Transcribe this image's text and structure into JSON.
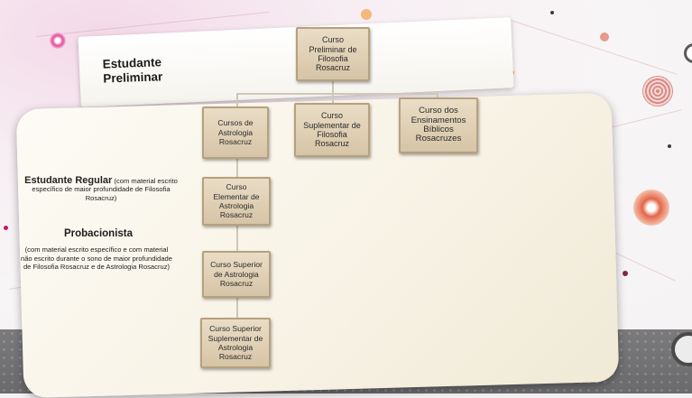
{
  "diagram": {
    "levels": {
      "preliminary": {
        "label": "Estudante\nPreliminar"
      },
      "regular": {
        "title": "Estudante Regular",
        "note": " (com material escrito específico de maior profundidade de Filosofia Rosacruz)"
      },
      "probationist": {
        "title": "Probacionista",
        "note": "(com material escrito específico e com material não escrito durante o sono de maior profundidade de Filosofia Rosacruz e de Astrologia Rosacruz)"
      }
    },
    "courses": {
      "preliminary_philosophy": "Curso\nPreliminar de\nFilosofia\nRosacruz",
      "astrology": "Cursos de\nAstrologia\nRosacruz",
      "supplementary_philosophy": "Curso\nSuplementar de\nFilosofia\nRosacruz",
      "biblical_teachings": "Curso dos\nEnsinamentos\nBíblicos\nRosacruzes",
      "elementary_astrology": "Curso\nElementar de\nAstrologia\nRosacruz",
      "superior_astrology": "Curso Superior\nde Astrologia\nRosacruz",
      "superior_supplementary_astrology": "Curso Superior\nSuplementar de\nAstrologia\nRosacruz"
    }
  },
  "colors": {
    "box_fill": "#dccbb0",
    "box_border": "#b6a17e",
    "panel": "#faf7ee",
    "accent_pink": "#c2186b",
    "accent_orange": "#f2a35c"
  }
}
